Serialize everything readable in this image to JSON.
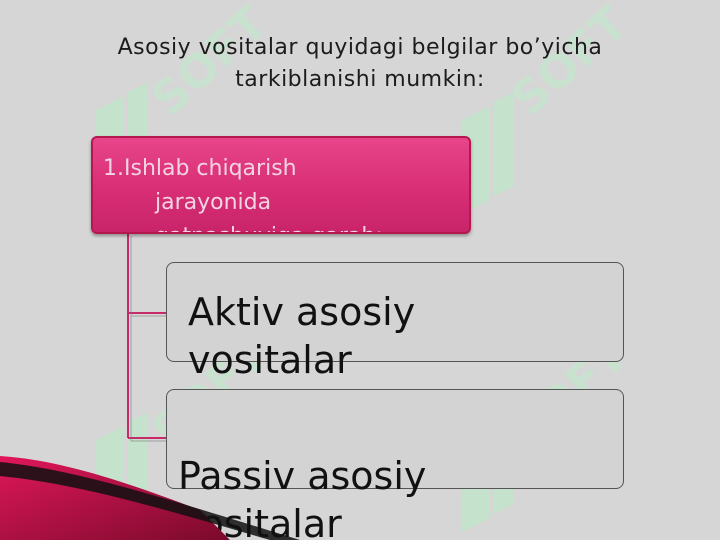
{
  "title": {
    "line1": "Asosiy vositalar quyidagi belgilar bo’yicha",
    "line2": "tarkiblanishi mumkin:"
  },
  "main_box": {
    "line1": "1.Ishlab chiqarish",
    "line2": "jarayonida",
    "line3": "qatnashuviga qarab:"
  },
  "children": [
    {
      "line1": "Aktiv asosiy",
      "line2": "vositalar"
    },
    {
      "line1": "Passiv asosiy",
      "line2": "vositalar"
    }
  ],
  "watermark": {
    "text": "SOFT"
  },
  "colors": {
    "background": "#d6d6d6",
    "accent_pink": "#d82e75",
    "connector": "#c62a68",
    "watermark_green": "#b9e3c4"
  }
}
